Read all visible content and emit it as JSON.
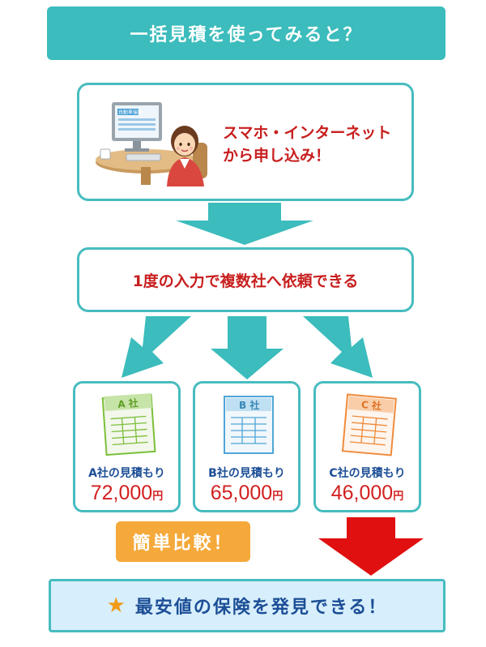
{
  "header": {
    "title": "一括見積を使ってみると？"
  },
  "step1": {
    "line1": "スマホ・インターネット",
    "line2": "から申し込み！",
    "screen_label": "自動車保険"
  },
  "step2": {
    "text": "1度の入力で複数社へ依頼できる"
  },
  "quotes": [
    {
      "sheet_label": "A 社",
      "title": "A社の見積もり",
      "price": "72,000",
      "yen": "円",
      "color": "#7cbf3a"
    },
    {
      "sheet_label": "B 社",
      "title": "B社の見積もり",
      "price": "65,000",
      "yen": "円",
      "color": "#4fa6d8"
    },
    {
      "sheet_label": "C 社",
      "title": "C社の見積もり",
      "price": "46,000",
      "yen": "円",
      "color": "#f08b3b"
    }
  ],
  "compare_badge": {
    "text": "簡単比較！"
  },
  "result": {
    "star": "★",
    "text": "最安値の保険を発見できる！"
  },
  "colors": {
    "teal": "#3cbcbc",
    "red_text": "#c81e1e",
    "navy": "#1c4e96",
    "orange": "#f5a93a",
    "red_arrow": "#e01010"
  }
}
